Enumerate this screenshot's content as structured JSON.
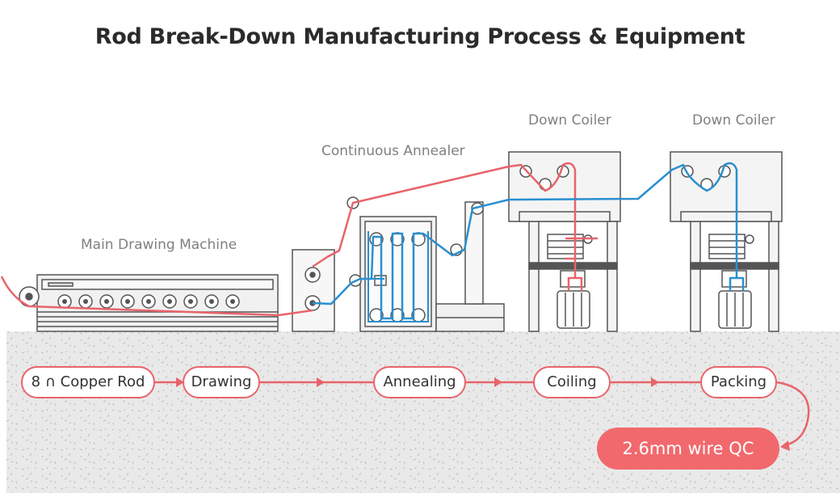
{
  "title": "Rod Break-Down Manufacturing Process & Equipment",
  "machines": {
    "main_drawing": "Main Drawing Machine",
    "annealer": "Continuous Annealer",
    "coiler_1": "Down Coiler",
    "coiler_2": "Down Coiler"
  },
  "flow": {
    "steps": [
      "8 ∩ Copper Rod",
      "Drawing",
      "Annealing",
      "Coiling",
      "Packing"
    ],
    "final": "2.6mm wire QC"
  },
  "colors": {
    "accent": "#f1696d",
    "wire_red": "#e8646a",
    "wire_blue": "#2a8fd0",
    "floor": "#e9e9e9",
    "machine_fill": "#f1f1f1",
    "machine_stroke": "#555555"
  }
}
